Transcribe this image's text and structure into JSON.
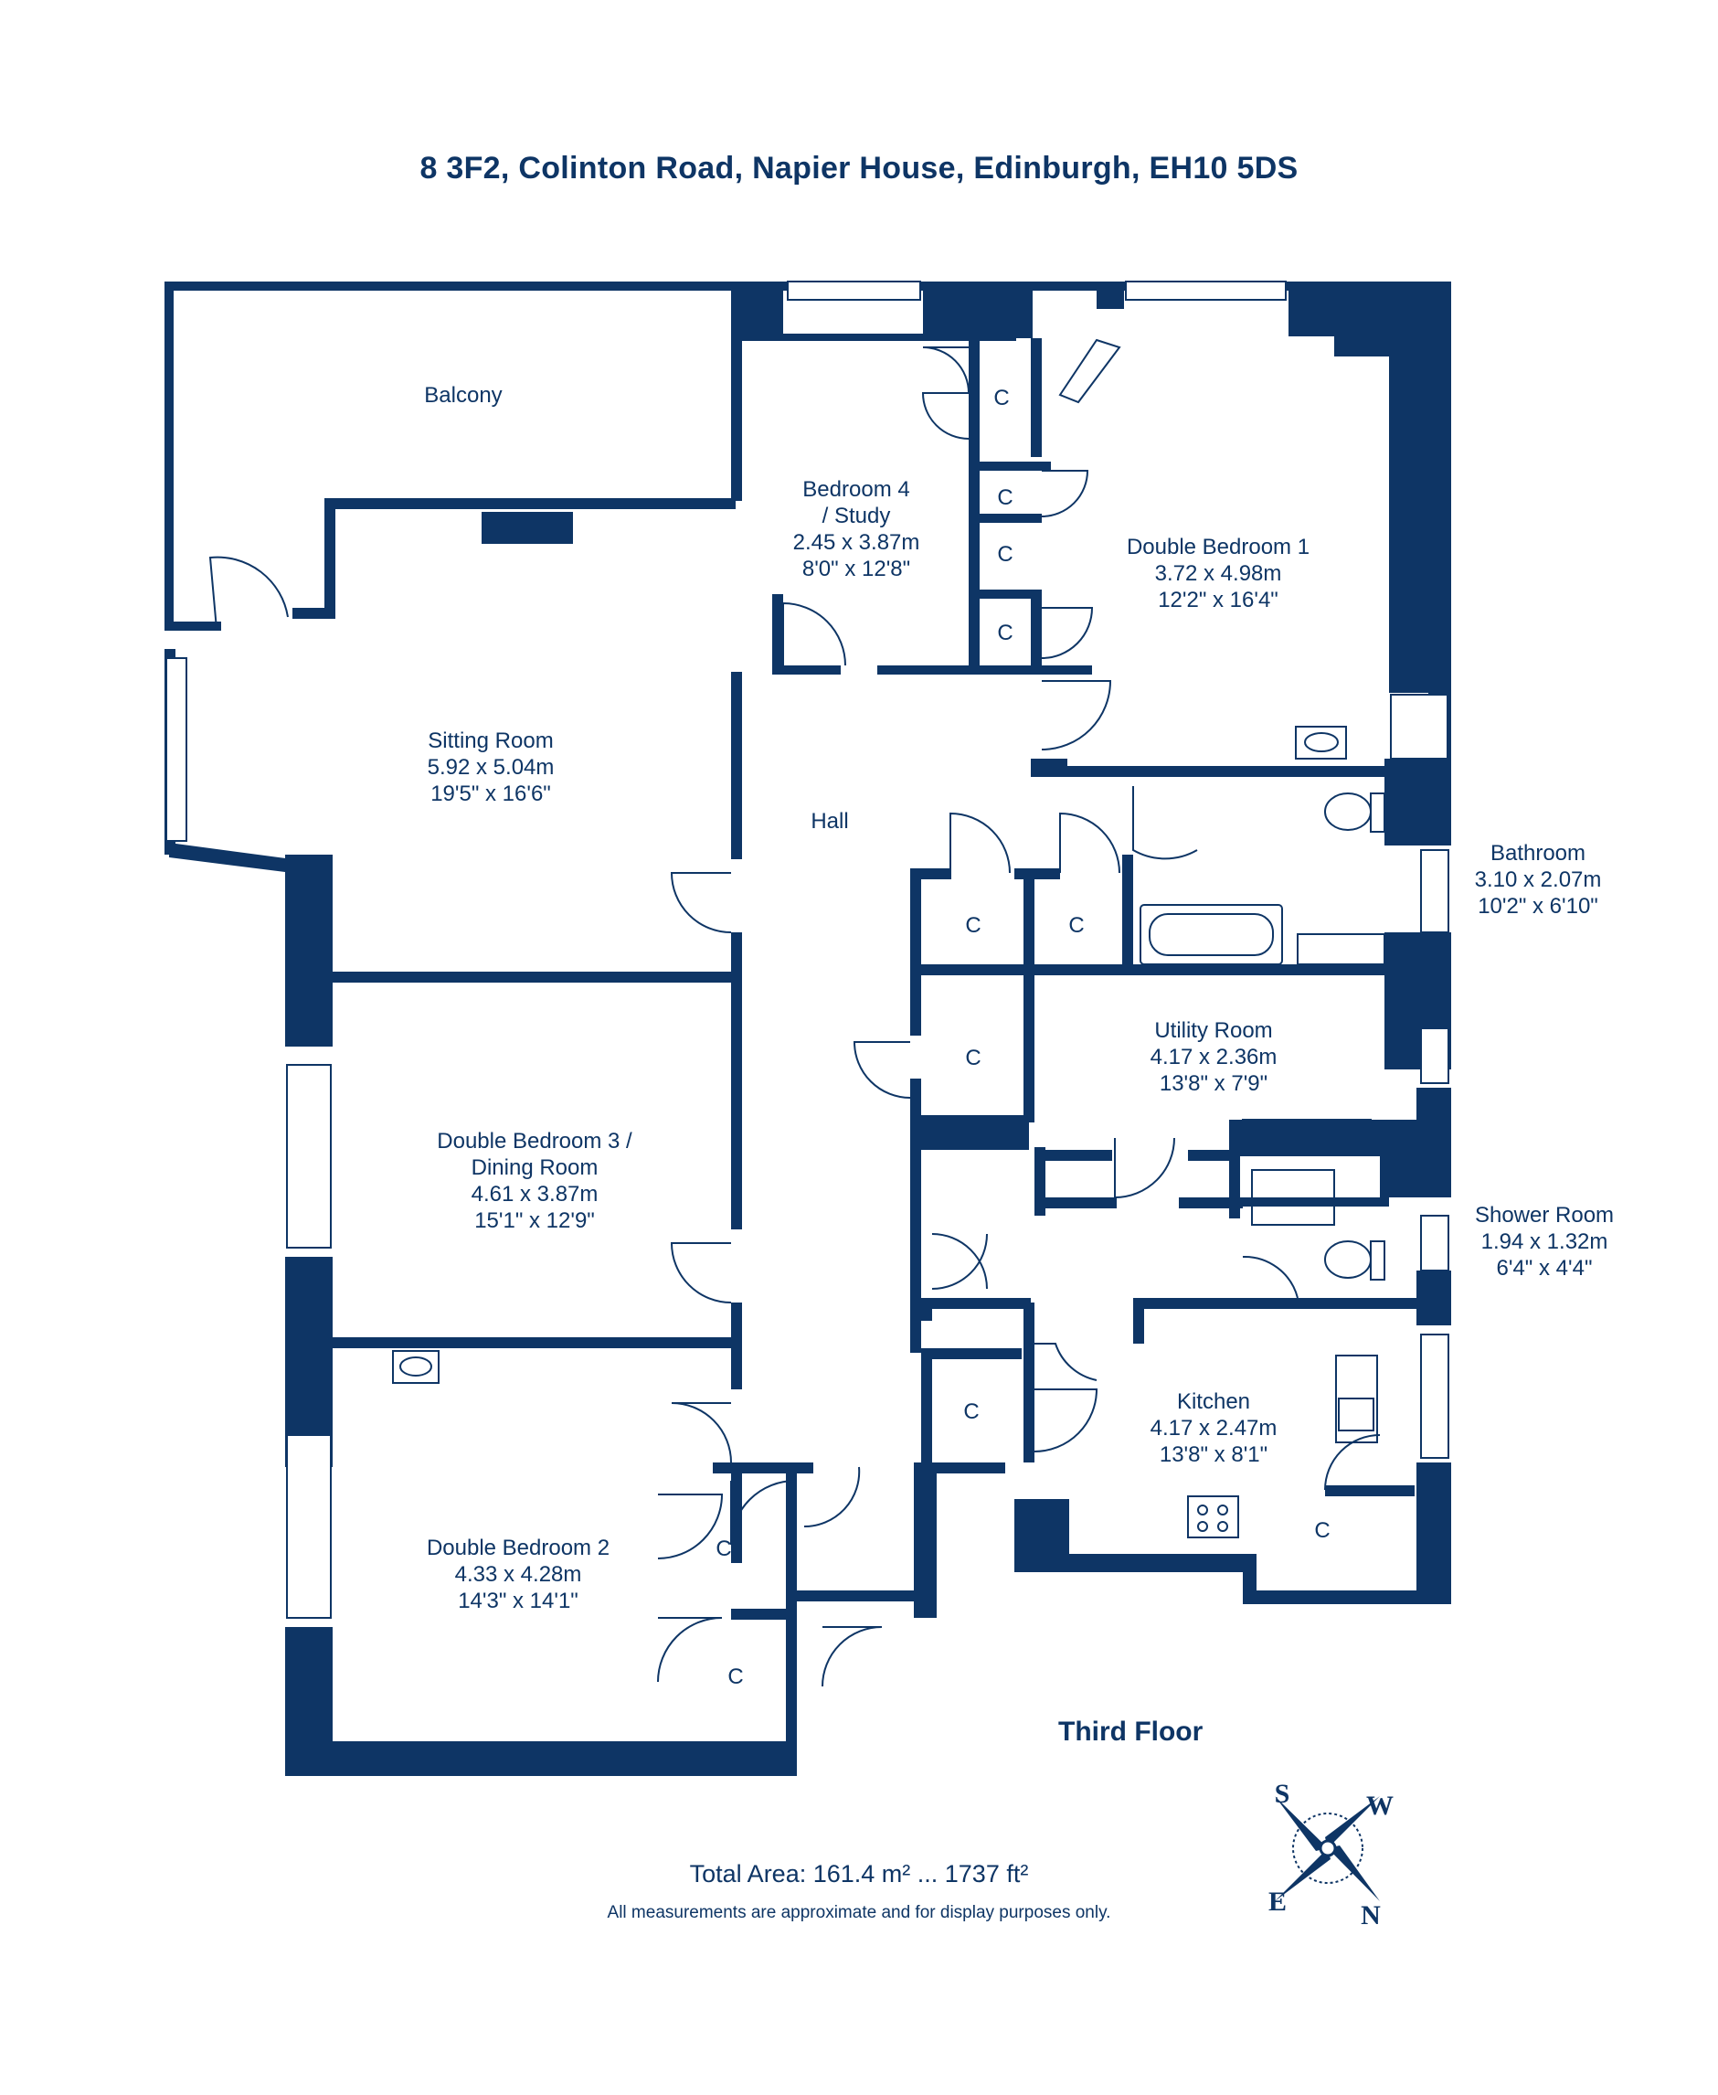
{
  "address": "8 3F2, Colinton Road, Napier House, Edinburgh, EH10 5DS",
  "floor_label": "Third Floor",
  "total_area": "Total Area: 161.4 m² ... 1737 ft²",
  "disclaimer": "All measurements are approximate and for display purposes only.",
  "cupboard_label": "C",
  "compass": {
    "s": "S",
    "w": "W",
    "e": "E",
    "n": "N"
  },
  "rooms": {
    "balcony": {
      "name": "Balcony"
    },
    "bedroom4": {
      "name": "Bedroom 4",
      "name2": "/ Study",
      "metric": "2.45 x 3.87m",
      "imperial": "8'0\" x 12'8\""
    },
    "bedroom1": {
      "name": "Double Bedroom 1",
      "metric": "3.72 x 4.98m",
      "imperial": "12'2\" x 16'4\""
    },
    "sitting": {
      "name": "Sitting Room",
      "metric": "5.92 x 5.04m",
      "imperial": "19'5\" x 16'6\""
    },
    "hall": {
      "name": "Hall"
    },
    "bathroom": {
      "name": "Bathroom",
      "metric": "3.10 x 2.07m",
      "imperial": "10'2\" x 6'10\""
    },
    "utility": {
      "name": "Utility Room",
      "metric": "4.17 x 2.36m",
      "imperial": "13'8\" x 7'9\""
    },
    "bedroom3": {
      "name": "Double Bedroom 3 /",
      "name2": "Dining Room",
      "metric": "4.61 x 3.87m",
      "imperial": "15'1\" x 12'9\""
    },
    "shower": {
      "name": "Shower Room",
      "metric": "1.94 x 1.32m",
      "imperial": "6'4\" x 4'4\""
    },
    "kitchen": {
      "name": "Kitchen",
      "metric": "4.17 x 2.47m",
      "imperial": "13'8\" x 8'1\""
    },
    "bedroom2": {
      "name": "Double Bedroom 2",
      "metric": "4.33 x 4.28m",
      "imperial": "14'3\" x 14'1\""
    }
  },
  "colors": {
    "wall": "#0e3565",
    "background": "#ffffff"
  }
}
